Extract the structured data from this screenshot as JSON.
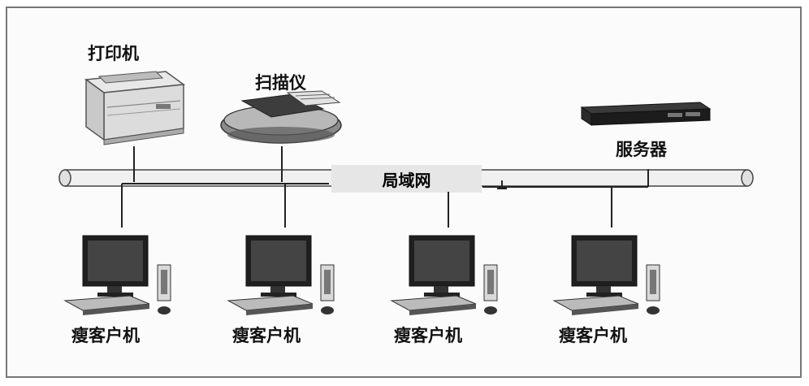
{
  "diagram": {
    "network_label": "局域网",
    "printer_label": "打印机",
    "scanner_label": "扫描仪",
    "server_label": "服务器",
    "clients": [
      {
        "label": "瘦客户机"
      },
      {
        "label": "瘦客户机"
      },
      {
        "label": "瘦客户机"
      },
      {
        "label": "瘦客户机"
      }
    ]
  }
}
